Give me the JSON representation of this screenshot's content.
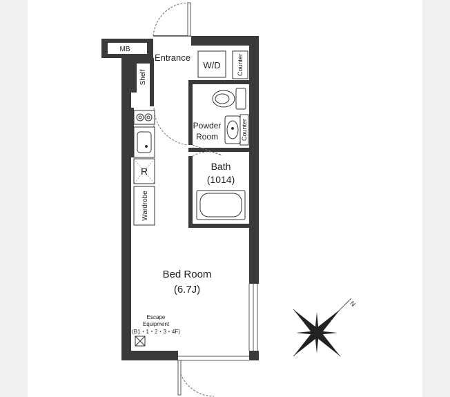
{
  "rooms": {
    "mb": "MB",
    "entrance": "Entrance",
    "wd": "W/D",
    "counter_top": "Counter",
    "shelf": "Shelf",
    "powder_line1": "Powder",
    "powder_line2": "Room",
    "counter_powder": "Counter",
    "bath": "Bath",
    "bath_size": "(1014)",
    "fridge": "R",
    "wardrobe": "Wardrobe",
    "bedroom": "Bed Room",
    "bedroom_size": "(6.7J)",
    "escape_line1": "Escape",
    "escape_line2": "Equipment",
    "escape_line3": "(B1・1・2・3・4F)"
  },
  "compass": {
    "north": "N"
  }
}
